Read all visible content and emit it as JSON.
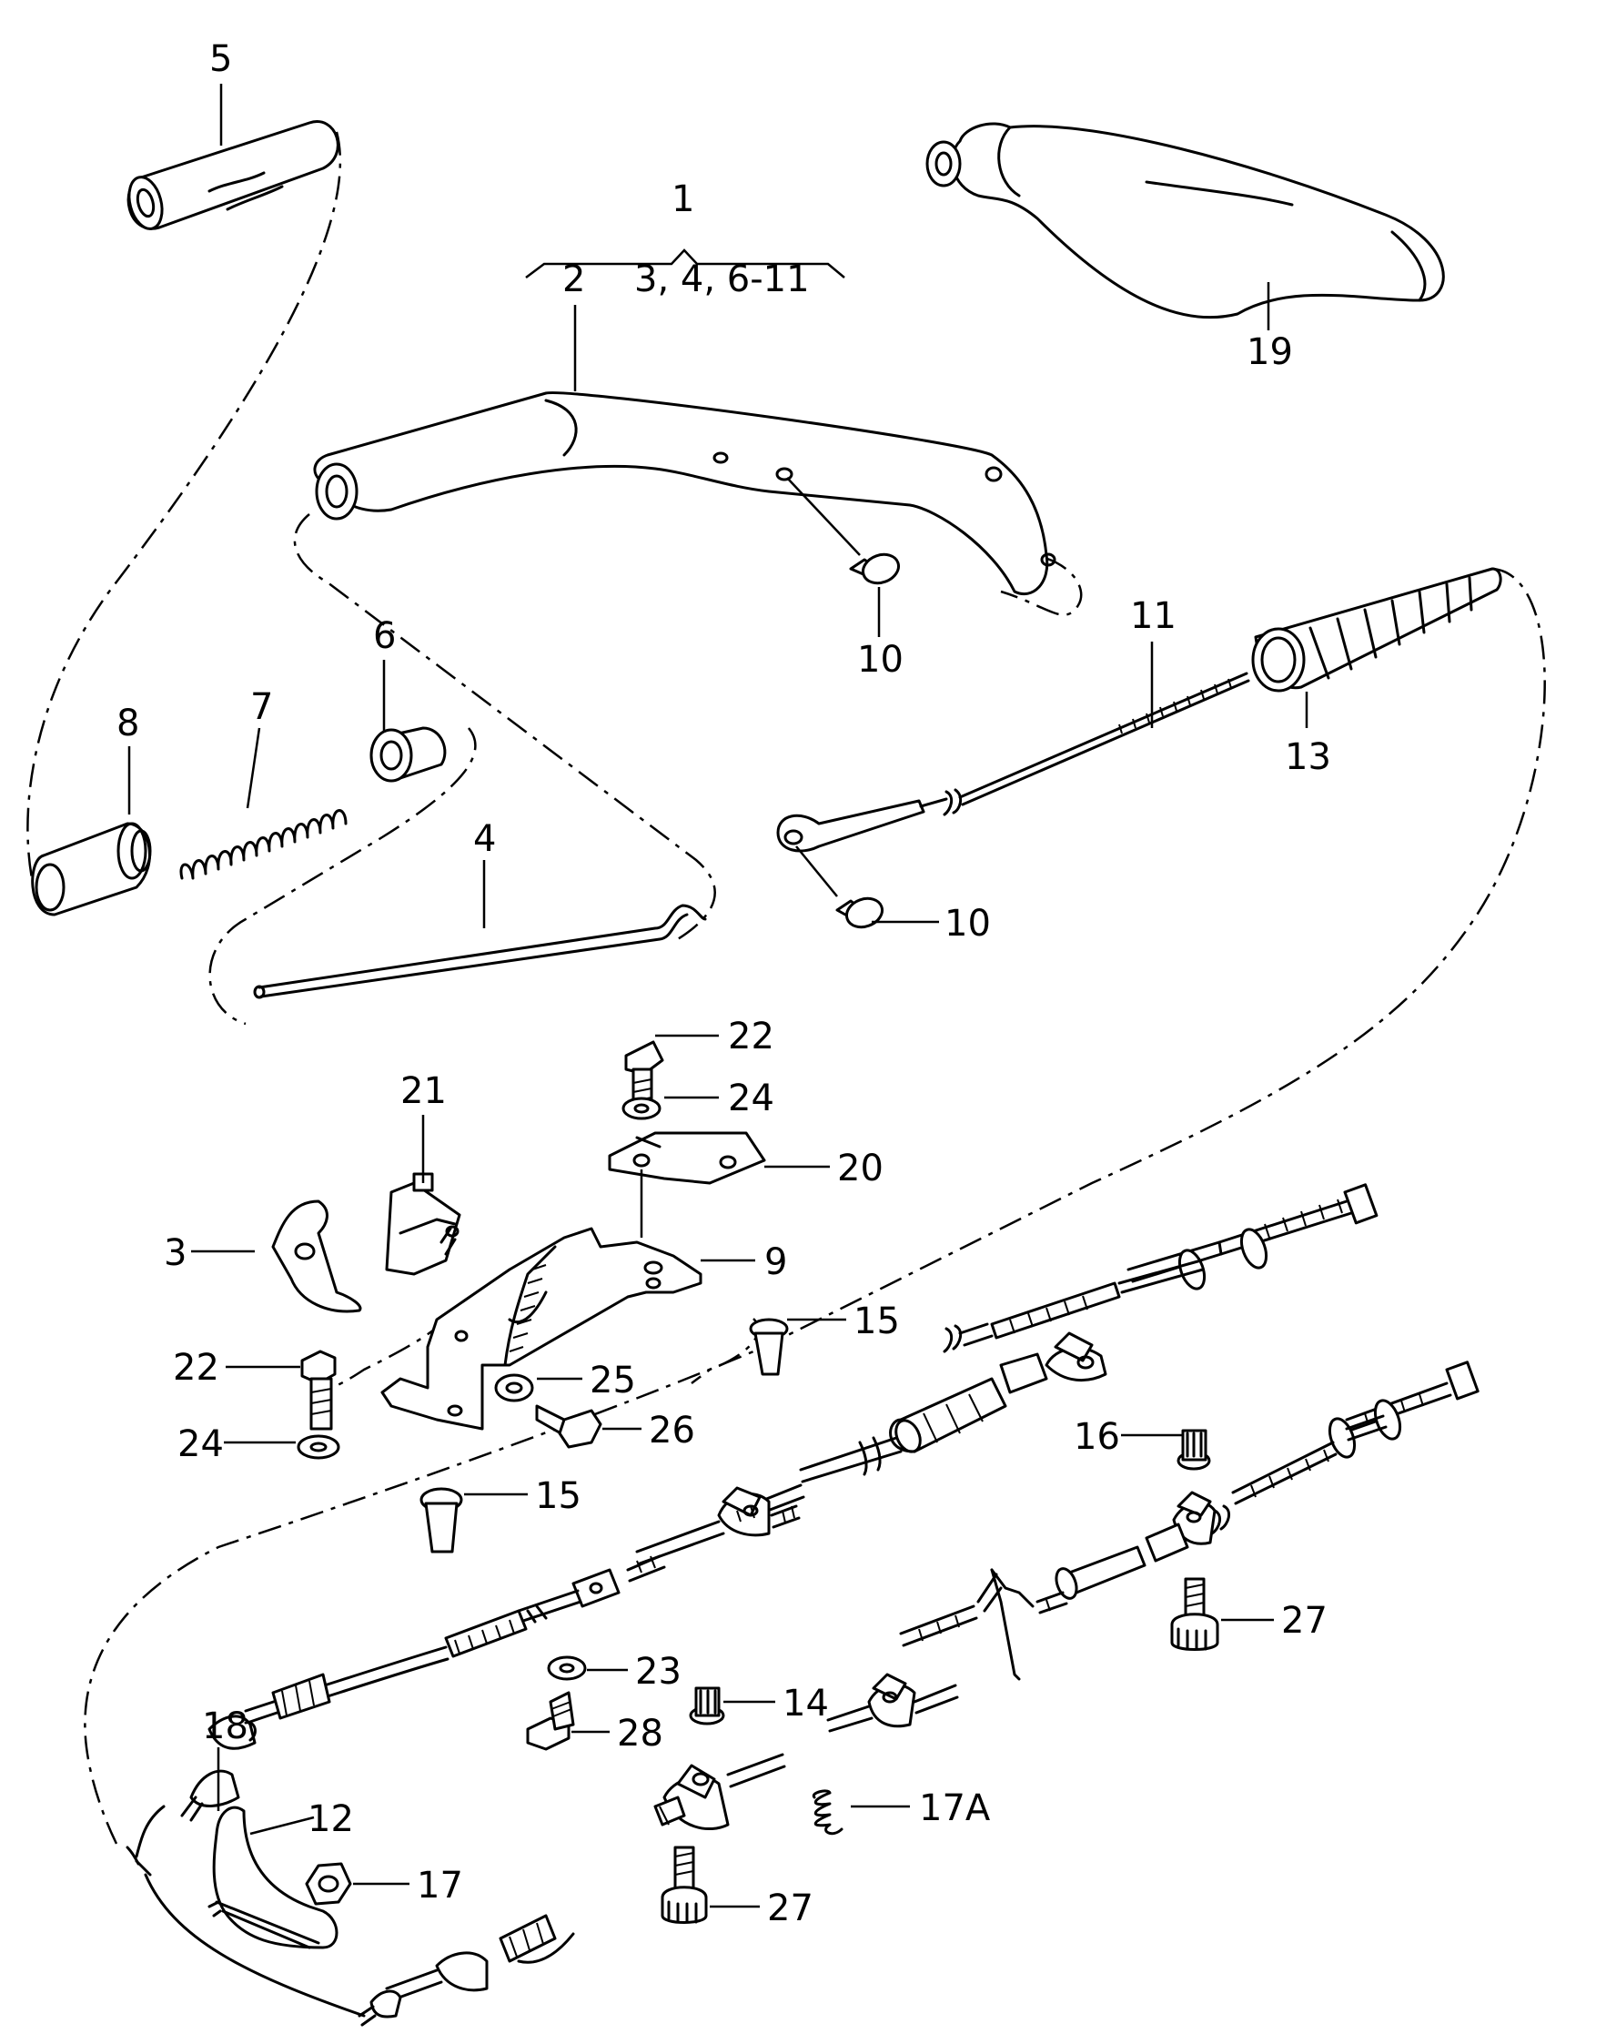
{
  "diagram": {
    "callouts": [
      {
        "id": "c5",
        "text": "5"
      },
      {
        "id": "c1",
        "text": "1"
      },
      {
        "id": "c2",
        "text": "2"
      },
      {
        "id": "c3-4-6-11",
        "text": "3, 4, 6-11"
      },
      {
        "id": "c19",
        "text": "19"
      },
      {
        "id": "c10a",
        "text": "10"
      },
      {
        "id": "c11",
        "text": "11"
      },
      {
        "id": "c13",
        "text": "13"
      },
      {
        "id": "c6",
        "text": "6"
      },
      {
        "id": "c7",
        "text": "7"
      },
      {
        "id": "c8",
        "text": "8"
      },
      {
        "id": "c4",
        "text": "4"
      },
      {
        "id": "c10b",
        "text": "10"
      },
      {
        "id": "c22a",
        "text": "22"
      },
      {
        "id": "c24a",
        "text": "24"
      },
      {
        "id": "c21",
        "text": "21"
      },
      {
        "id": "c20",
        "text": "20"
      },
      {
        "id": "c3",
        "text": "3"
      },
      {
        "id": "c9",
        "text": "9"
      },
      {
        "id": "c15a",
        "text": "15"
      },
      {
        "id": "c22b",
        "text": "22"
      },
      {
        "id": "c25",
        "text": "25"
      },
      {
        "id": "c26",
        "text": "26"
      },
      {
        "id": "c24b",
        "text": "24"
      },
      {
        "id": "c15b",
        "text": "15"
      },
      {
        "id": "c16",
        "text": "16"
      },
      {
        "id": "c27a",
        "text": "27"
      },
      {
        "id": "c23",
        "text": "23"
      },
      {
        "id": "c14",
        "text": "14"
      },
      {
        "id": "c18",
        "text": "18"
      },
      {
        "id": "c28",
        "text": "28"
      },
      {
        "id": "c12",
        "text": "12"
      },
      {
        "id": "c17A",
        "text": "17A"
      },
      {
        "id": "c17",
        "text": "17"
      },
      {
        "id": "c27b",
        "text": "27"
      }
    ]
  }
}
